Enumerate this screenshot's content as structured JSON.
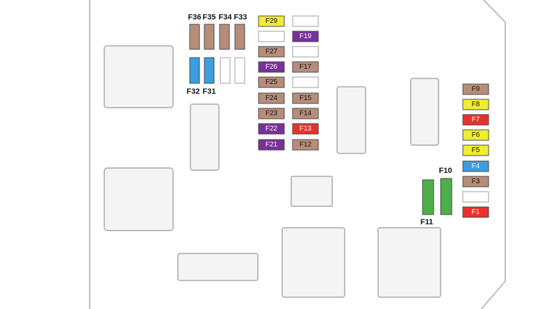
{
  "colors": {
    "brown": "#b78d7a",
    "yellow": "#f1ee2e",
    "purple": "#7a2f9b",
    "red": "#e8312d",
    "blue": "#3c9de0",
    "green": "#4daf49",
    "empty": "#ffffff",
    "outline": "#4a4a4a",
    "board_stroke": "#bdbdbd",
    "board_fill": "#f7f7f7"
  },
  "labels": {
    "F36": "F36",
    "F35": "F35",
    "F34": "F34",
    "F33": "F33",
    "F32": "F32",
    "F31": "F31",
    "F11": "F11",
    "F10": "F10"
  },
  "fuses": [
    {
      "id": "F29",
      "label": "F29",
      "color": "yellow"
    },
    {
      "id": "F19",
      "label": "F19",
      "color": "purple"
    },
    {
      "id": "F27",
      "label": "F27",
      "color": "brown"
    },
    {
      "id": "F26",
      "label": "F26",
      "color": "purple"
    },
    {
      "id": "F17",
      "label": "F17",
      "color": "brown"
    },
    {
      "id": "F25",
      "label": "F25",
      "color": "brown"
    },
    {
      "id": "F24",
      "label": "F24",
      "color": "brown"
    },
    {
      "id": "F15",
      "label": "F15",
      "color": "brown"
    },
    {
      "id": "F23",
      "label": "F23",
      "color": "brown"
    },
    {
      "id": "F14",
      "label": "F14",
      "color": "brown"
    },
    {
      "id": "F22",
      "label": "F22",
      "color": "purple"
    },
    {
      "id": "F13",
      "label": "F13",
      "color": "red"
    },
    {
      "id": "F21",
      "label": "F21",
      "color": "purple"
    },
    {
      "id": "F12",
      "label": "F12",
      "color": "brown"
    },
    {
      "id": "F9",
      "label": "F9",
      "color": "brown"
    },
    {
      "id": "F8",
      "label": "F8",
      "color": "yellow"
    },
    {
      "id": "F7",
      "label": "F7",
      "color": "red"
    },
    {
      "id": "F6",
      "label": "F6",
      "color": "yellow"
    },
    {
      "id": "F5",
      "label": "F5",
      "color": "yellow"
    },
    {
      "id": "F4",
      "label": "F4",
      "color": "blue"
    },
    {
      "id": "F3",
      "label": "F3",
      "color": "brown"
    },
    {
      "id": "F1",
      "label": "F1",
      "color": "red"
    }
  ],
  "vertical_fuses": [
    {
      "id": "F36",
      "color": "brown"
    },
    {
      "id": "F35",
      "color": "brown"
    },
    {
      "id": "F34",
      "color": "brown"
    },
    {
      "id": "F33",
      "color": "brown"
    },
    {
      "id": "F32",
      "color": "blue"
    },
    {
      "id": "F31",
      "color": "blue"
    },
    {
      "id": "F11",
      "color": "green"
    },
    {
      "id": "F10",
      "color": "green"
    }
  ]
}
